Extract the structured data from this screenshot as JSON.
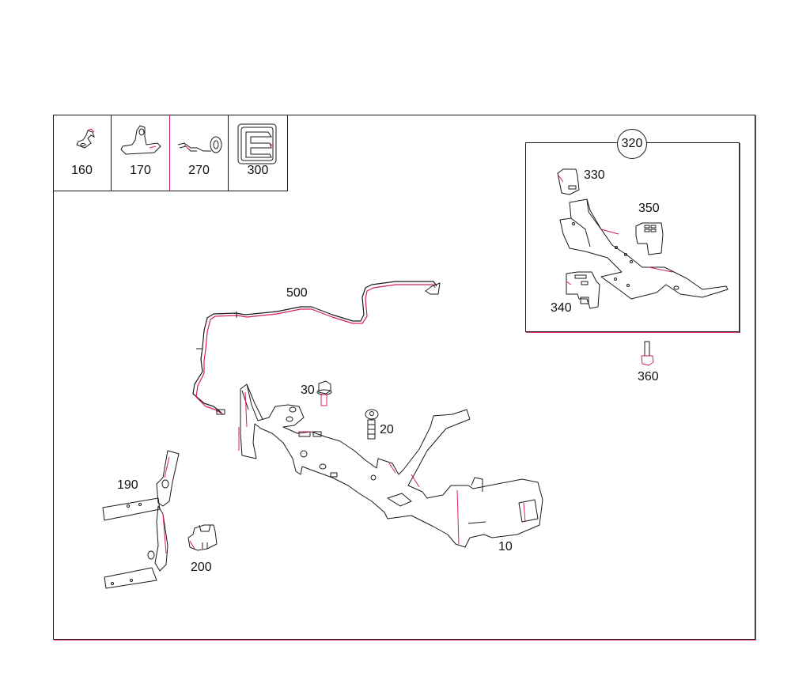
{
  "diagram": {
    "type": "exploded parts diagram",
    "line_color": "#1a1a1a",
    "accent_color": "#d4204e",
    "thumbnail_parts": [
      {
        "id": "160",
        "label": "160"
      },
      {
        "id": "170",
        "label": "170"
      },
      {
        "id": "270",
        "label": "270"
      },
      {
        "id": "300",
        "label": "300"
      }
    ],
    "subassembly": {
      "label": "320",
      "parts": [
        {
          "id": "330",
          "label": "330"
        },
        {
          "id": "350",
          "label": "350"
        },
        {
          "id": "340",
          "label": "340"
        }
      ]
    },
    "parts": [
      {
        "id": "360",
        "label": "360"
      },
      {
        "id": "500",
        "label": "500"
      },
      {
        "id": "30",
        "label": "30"
      },
      {
        "id": "20",
        "label": "20"
      },
      {
        "id": "190",
        "label": "190"
      },
      {
        "id": "200",
        "label": "200"
      },
      {
        "id": "10",
        "label": "10"
      }
    ]
  }
}
